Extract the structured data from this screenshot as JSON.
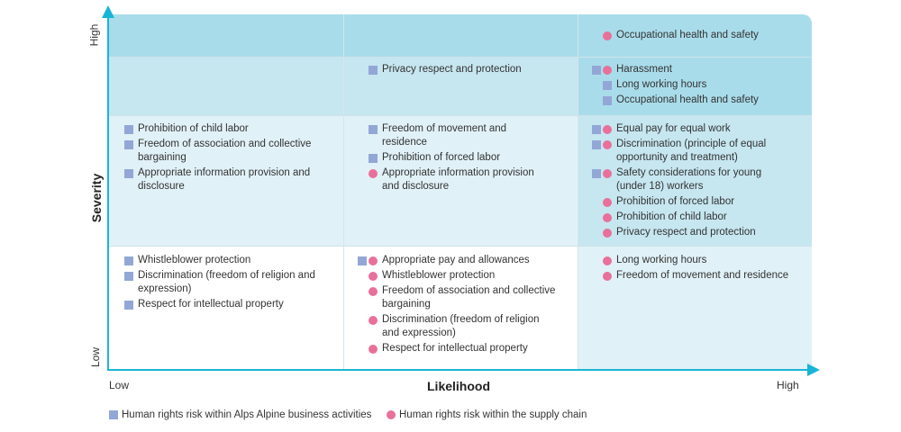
{
  "axes": {
    "y_title": "Severity",
    "y_high": "High",
    "y_low": "Low",
    "x_title": "Likelihood",
    "x_low": "Low",
    "x_high": "High"
  },
  "colors": {
    "axis": "#1ab4d6",
    "level1": "#a9dcea",
    "level2": "#c6e6f0",
    "level3": "#e0f1f7",
    "level4": "#ffffff",
    "business": "#93a7d6",
    "supply": "#e8709a"
  },
  "legend": {
    "business": "Human rights risk within Alps Alpine business activities",
    "supply": "Human rights risk within the supply chain"
  },
  "cells": [
    {
      "row": 0,
      "col": 2,
      "items": [
        {
          "text": "Occupational health and safety",
          "mark": "ci"
        }
      ]
    },
    {
      "row": 1,
      "col": 1,
      "items": [
        {
          "text": "Privacy respect and protection",
          "mark": "sq"
        }
      ]
    },
    {
      "row": 1,
      "col": 2,
      "items": [
        {
          "text": "Harassment",
          "mark": "both"
        },
        {
          "text": "Long working hours",
          "mark": "sq"
        },
        {
          "text": "Occupational health and safety",
          "mark": "sq"
        }
      ]
    },
    {
      "row": 2,
      "col": 0,
      "items": [
        {
          "text": "Prohibition of child labor",
          "mark": "sq"
        },
        {
          "text": "Freedom of association and collective\nbargaining",
          "mark": "sq"
        },
        {
          "text": "Appropriate information provision and\ndisclosure",
          "mark": "sq"
        }
      ]
    },
    {
      "row": 2,
      "col": 1,
      "items": [
        {
          "text": "Freedom of movement and\nresidence",
          "mark": "sq"
        },
        {
          "text": "Prohibition of forced labor",
          "mark": "sq"
        },
        {
          "text": "Appropriate information provision\nand disclosure",
          "mark": "ci"
        }
      ]
    },
    {
      "row": 2,
      "col": 2,
      "items": [
        {
          "text": "Equal pay for equal work",
          "mark": "both"
        },
        {
          "text": "Discrimination (principle of equal\nopportunity and treatment)",
          "mark": "both"
        },
        {
          "text": "Safety considerations for young\n(under 18) workers",
          "mark": "both"
        },
        {
          "text": "Prohibition of forced labor",
          "mark": "ci"
        },
        {
          "text": "Prohibition of child labor",
          "mark": "ci"
        },
        {
          "text": "Privacy respect and protection",
          "mark": "ci"
        }
      ]
    },
    {
      "row": 3,
      "col": 0,
      "items": [
        {
          "text": "Whistleblower protection",
          "mark": "sq"
        },
        {
          "text": "Discrimination (freedom of religion and\nexpression)",
          "mark": "sq"
        },
        {
          "text": "Respect for intellectual property",
          "mark": "sq"
        }
      ]
    },
    {
      "row": 3,
      "col": 1,
      "items": [
        {
          "text": "Appropriate pay and allowances",
          "mark": "both"
        },
        {
          "text": "Whistleblower protection",
          "mark": "ci"
        },
        {
          "text": "Freedom of association and collective\nbargaining",
          "mark": "ci"
        },
        {
          "text": "Discrimination (freedom of religion\nand expression)",
          "mark": "ci"
        },
        {
          "text": "Respect for intellectual property",
          "mark": "ci"
        }
      ]
    },
    {
      "row": 3,
      "col": 2,
      "items": [
        {
          "text": "Long working hours",
          "mark": "ci"
        },
        {
          "text": "Freedom of movement and residence",
          "mark": "ci"
        }
      ]
    }
  ]
}
